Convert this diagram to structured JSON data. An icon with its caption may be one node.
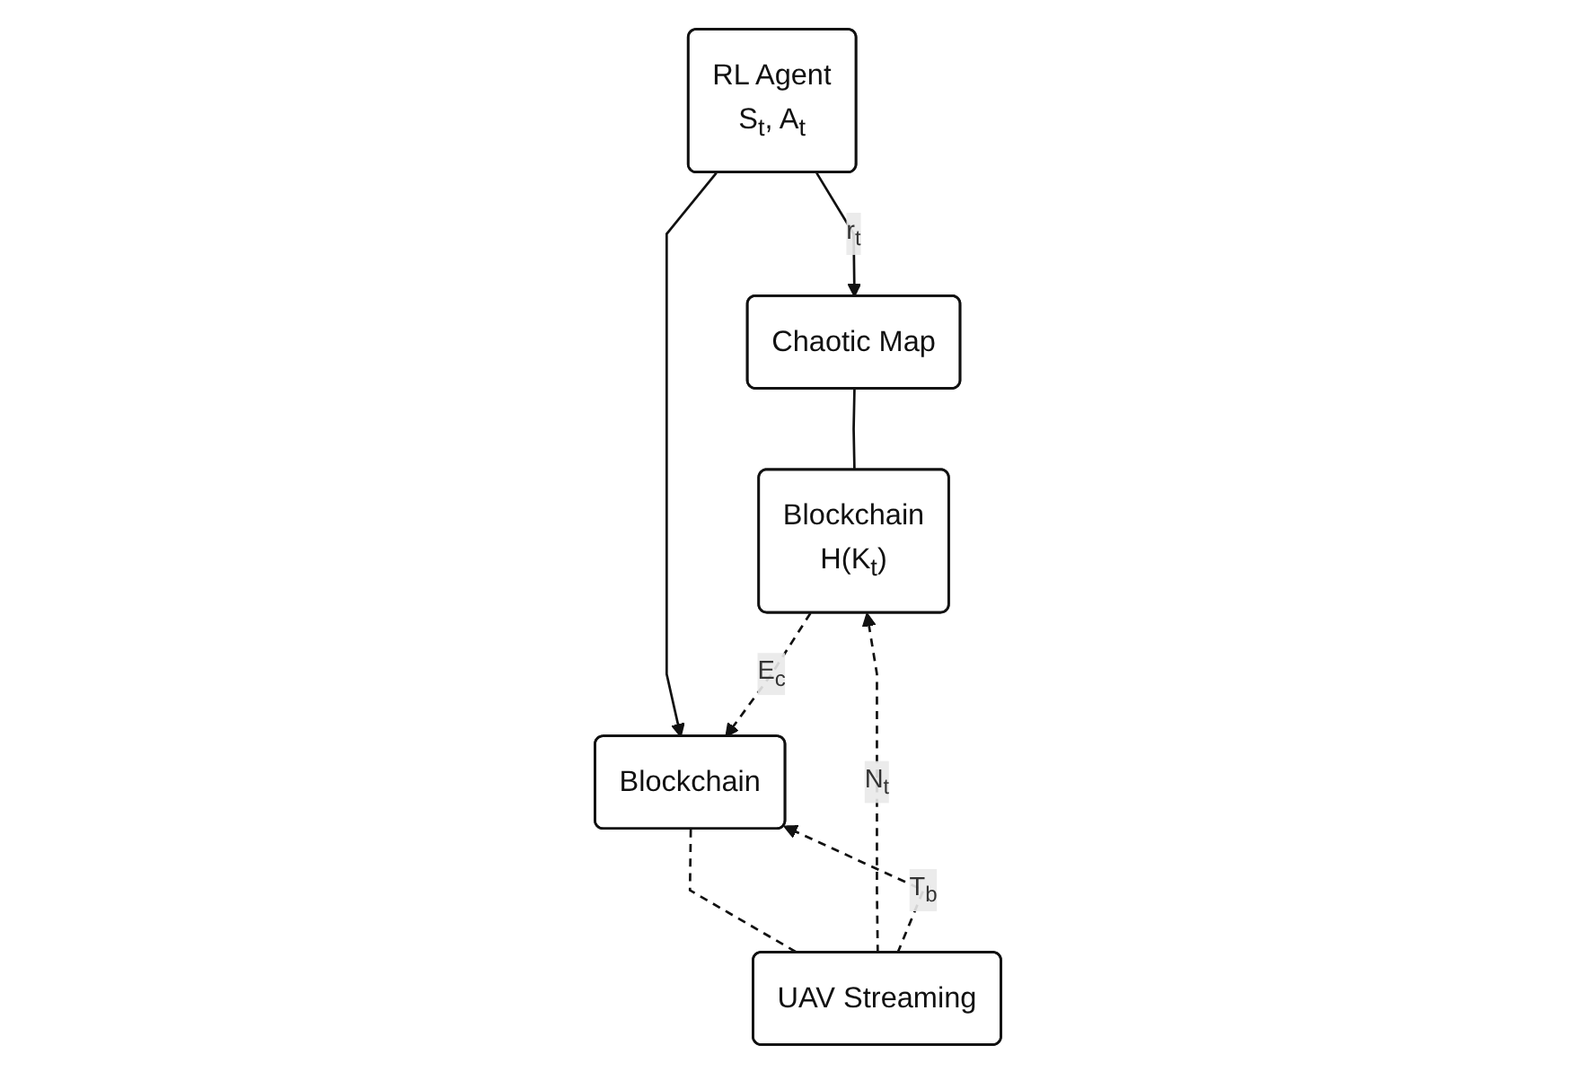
{
  "diagram": {
    "nodes": [
      {
        "text": [
          "RL Agent",
          "S$_{t}$, A$_{t}$"
        ]
      },
      {
        "text": [
          "Chaotic Map"
        ]
      },
      {
        "text": [
          "Blockchain",
          "H(K$_{t}$)"
        ]
      },
      {
        "text": [
          "Blockchain"
        ]
      },
      {
        "text": [
          "UAV Streaming"
        ]
      }
    ],
    "edges": [
      {
        "from": 0,
        "to": 1,
        "arrow": "to",
        "label": "r$_{t}$"
      },
      {
        "from": 1,
        "to": 2,
        "arrow": "none"
      },
      {
        "from": 0,
        "to": 3,
        "arrow": "to"
      },
      {
        "from": 2,
        "to": 3,
        "arrow": "to",
        "style": "dashed",
        "label": "E$_{c}$"
      },
      {
        "from": 4,
        "to": 2,
        "arrow": "to",
        "style": "dashed",
        "label": "N$_{t}$"
      },
      {
        "from": 4,
        "to": 3,
        "arrow": "to",
        "style": "dashed",
        "label": "T$_{b}$"
      },
      {
        "from": 3,
        "to": 4,
        "arrow": "none",
        "style": "dashed"
      }
    ]
  }
}
